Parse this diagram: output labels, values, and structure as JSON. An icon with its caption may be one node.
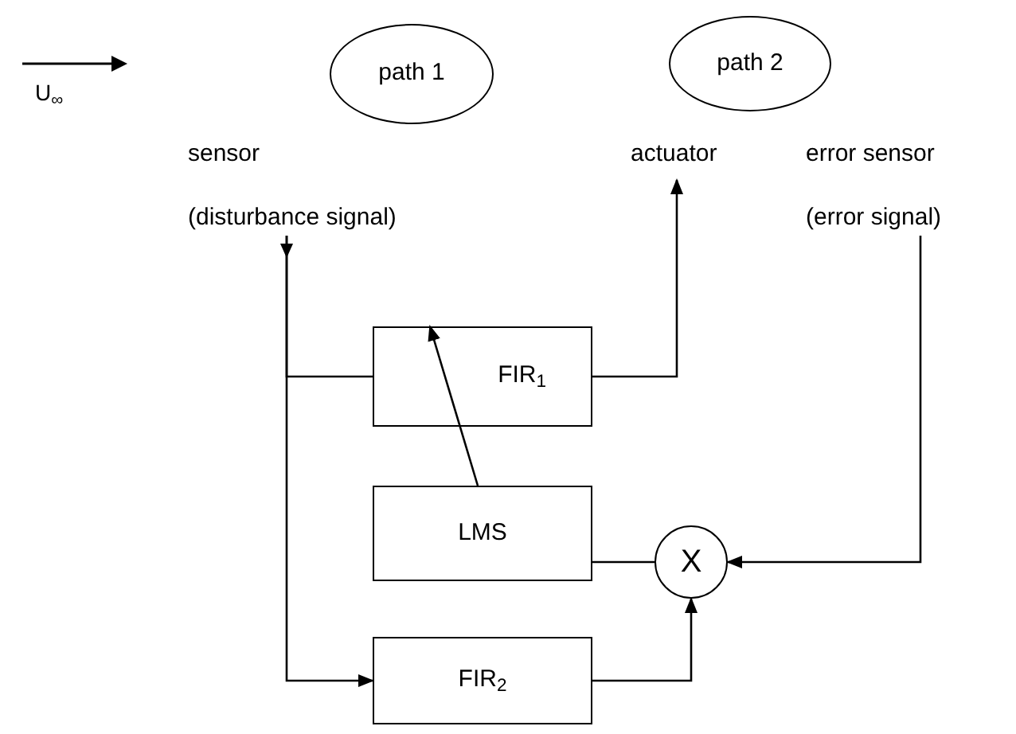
{
  "diagram": {
    "nodes": [
      {
        "text": [
          "path 1"
        ]
      },
      {
        "text": [
          "path 2"
        ]
      },
      {
        "text": [
          "sensor",
          "(disturbance signal)"
        ]
      },
      {
        "text": [
          "actuator"
        ]
      },
      {
        "text": [
          "error sensor",
          "(error signal)"
        ]
      },
      {
        "text": [
          "FIR$_{1}$"
        ]
      },
      {
        "text": [
          "LMS"
        ]
      },
      {
        "text": [
          "X"
        ]
      },
      {
        "text": [
          "FIR$_{2}$"
        ]
      }
    ],
    "edges": [
      {
        "from": 2,
        "to": 5,
        "arrow": "to"
      },
      {
        "from": 2,
        "to": 8,
        "arrow": "to"
      },
      {
        "from": 5,
        "to": 3,
        "arrow": "to"
      },
      {
        "from": 6,
        "to": 5,
        "arrow": "to"
      },
      {
        "from": 4,
        "to": 7,
        "arrow": "to"
      },
      {
        "from": 7,
        "to": 6,
        "arrow": "none"
      },
      {
        "from": 8,
        "to": 7,
        "arrow": "to"
      }
    ],
    "labels": [
      "U$_{∞}$"
    ]
  }
}
